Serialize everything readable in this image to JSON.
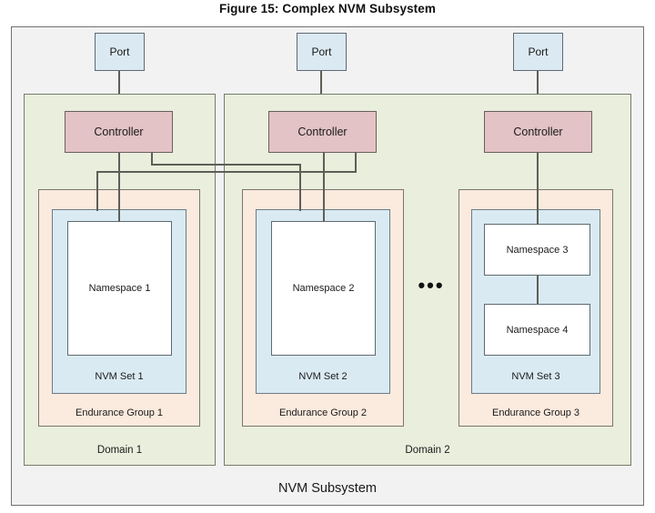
{
  "figure": {
    "title": "Figure 15: Complex NVM Subsystem"
  },
  "subsystem": {
    "label": "NVM Subsystem",
    "color": "#f2f2f2"
  },
  "ports": [
    {
      "label": "Port"
    },
    {
      "label": "Port"
    },
    {
      "label": "Port"
    }
  ],
  "controllers": [
    {
      "label": "Controller"
    },
    {
      "label": "Controller"
    },
    {
      "label": "Controller"
    }
  ],
  "domains": [
    {
      "label": "Domain 1",
      "color": "#e9eedd"
    },
    {
      "label": "Domain 2",
      "color": "#e9eedd"
    }
  ],
  "endurance_groups": [
    {
      "label": "Endurance Group 1",
      "color": "#fbeade"
    },
    {
      "label": "Endurance Group 2",
      "color": "#fbeade"
    },
    {
      "label": "Endurance Group 3",
      "color": "#fbeade"
    }
  ],
  "nvm_sets": [
    {
      "label": "NVM Set 1",
      "color": "#daeaf3"
    },
    {
      "label": "NVM Set 2",
      "color": "#daeaf3"
    },
    {
      "label": "NVM Set 3",
      "color": "#daeaf3"
    }
  ],
  "namespaces": [
    {
      "label": "Namespace 1"
    },
    {
      "label": "Namespace 2"
    },
    {
      "label": "Namespace 3"
    },
    {
      "label": "Namespace 4"
    }
  ],
  "ellipsis": {
    "label": "•••"
  },
  "colors": {
    "controller": "#e3c3c5",
    "port": "#dbe9f2",
    "namespace": "#ffffff",
    "line": "#5d5f57",
    "border": "#6b6b66"
  }
}
